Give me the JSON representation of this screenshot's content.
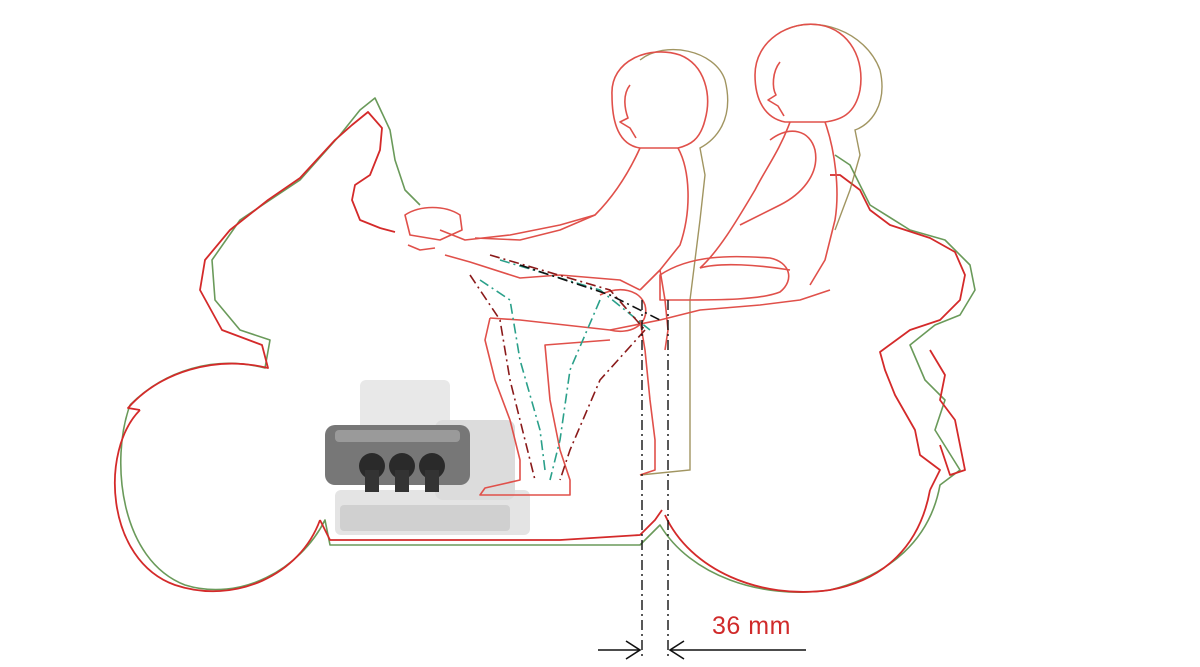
{
  "dimension": {
    "label": "36 mm"
  },
  "colors": {
    "new_outline": "#d42a2a",
    "old_outline": "#6a9a5a",
    "old_alt": "#8a7a3a",
    "rider_outline": "#e0504a",
    "dim_line": "#111111",
    "teal_dash": "#2aa08a",
    "dark_red_dash": "#8a1a1a",
    "engine_dark": "#6a6a6a",
    "engine_light": "#d8d8d8",
    "label_color": "#d02a2a"
  },
  "legend": {
    "new_layout_color": "red",
    "previous_layout_color": "green"
  }
}
